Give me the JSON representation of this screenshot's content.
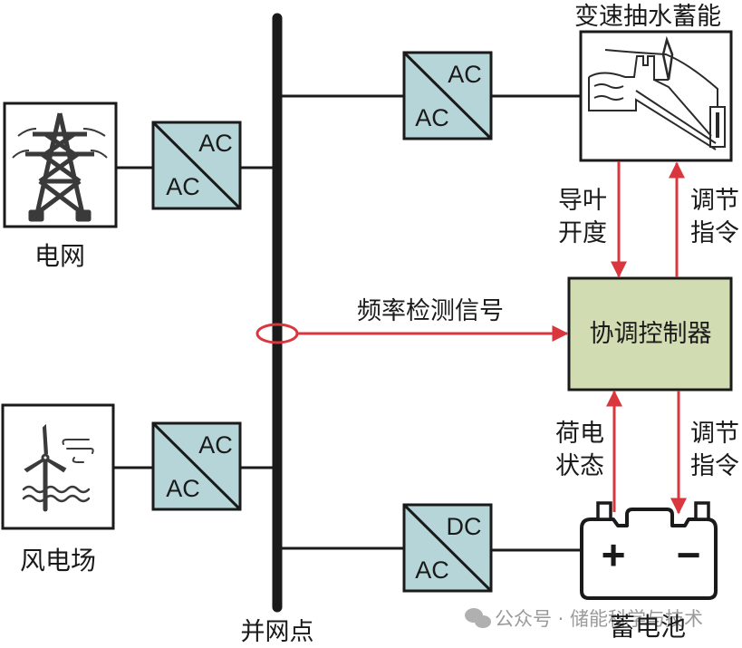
{
  "title": "变速抽水蓄能与蓄电池协调控制示意图",
  "colors": {
    "converter_fill": "#b5d5d8",
    "controller_fill": "#d2dcb3",
    "signal_red": "#d9363e",
    "line_black": "#1a1a1a"
  },
  "nodes": {
    "grid": {
      "label": "电网",
      "icon": "transmission-tower-icon"
    },
    "wind_farm": {
      "label": "风电场",
      "icon": "wind-turbine-icon"
    },
    "pumped_storage": {
      "label": "变速抽水蓄能",
      "icon": "pumped-hydro-plant-icon"
    },
    "battery": {
      "label": "蓄电池",
      "icon": "battery-icon",
      "plus": "+",
      "minus": "−"
    },
    "controller": {
      "label": "协调控制器"
    },
    "bus": {
      "label": "并网点"
    }
  },
  "converters": {
    "grid": {
      "top": "AC",
      "bottom": "AC"
    },
    "wind": {
      "top": "AC",
      "bottom": "AC"
    },
    "pumped": {
      "top": "AC",
      "bottom": "AC"
    },
    "battery": {
      "top": "DC",
      "bottom": "AC"
    }
  },
  "signals": {
    "frequency": "频率检测信号",
    "guide_vane_line1": "导叶",
    "guide_vane_line2": "开度",
    "adjust_cmd_top_line1": "调节",
    "adjust_cmd_top_line2": "指令",
    "soc_line1": "荷电",
    "soc_line2": "状态",
    "adjust_cmd_bottom_line1": "调节",
    "adjust_cmd_bottom_line2": "指令"
  },
  "watermark": {
    "icon": "wechat-icon",
    "text": "公众号 · 储能科学与技术"
  }
}
